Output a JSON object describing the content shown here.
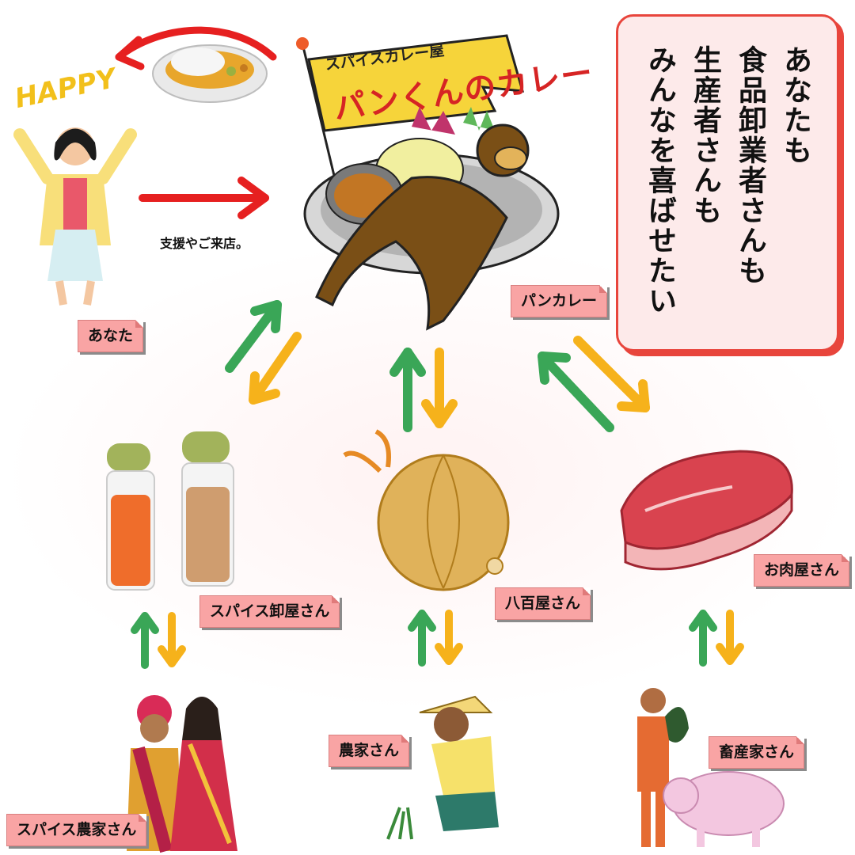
{
  "message": {
    "lines": [
      "あなたも",
      "食品卸業者さんも",
      "生産者さんも",
      "みんなを喜ばせたい"
    ]
  },
  "banner": {
    "subtitle": "スパイスカレー屋",
    "title": "パンくんのカレー"
  },
  "happy_text": "HAPPY",
  "support_note": "支援やご来店。",
  "labels": {
    "you": "あなた",
    "pan_curry": "パンカレー",
    "spice_wholesaler": "スパイス卸屋さん",
    "greengrocer": "八百屋さん",
    "butcher": "お肉屋さん",
    "spice_farmer": "スパイス農家さん",
    "farmer": "農家さん",
    "livestock_farmer": "畜産家さん"
  },
  "colors": {
    "accent_red": "#e8453c",
    "arrow_green": "#3aa657",
    "arrow_yellow": "#f6b21b",
    "tag_pink": "#f9a4a4"
  },
  "icons": {
    "curry_plate": "curry-plate-icon",
    "monkey_curry": "monkey-curry-icon",
    "spice_jars": "spice-jars-icon",
    "onion": "onion-icon",
    "meat": "meat-icon",
    "happy_woman": "happy-woman-icon",
    "spice_farmer_couple": "couple-icon",
    "rice_farmer": "farmer-icon",
    "livestock_farmer_pig": "pig-farmer-icon"
  }
}
